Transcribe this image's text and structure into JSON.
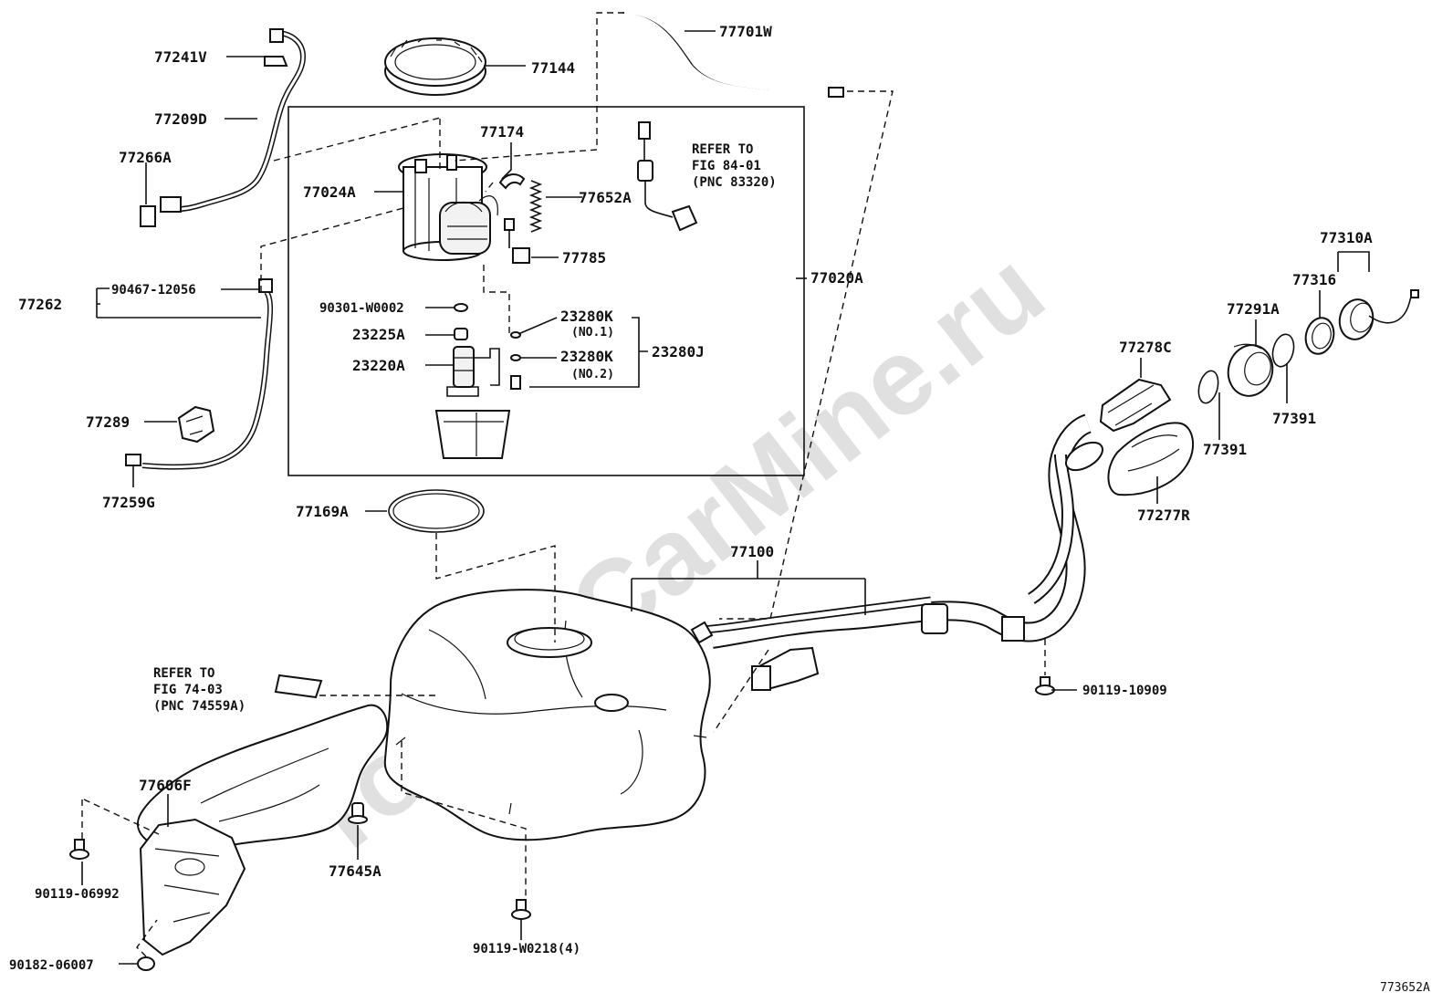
{
  "watermark": "ToyotaCarMine.ru",
  "diagram_code": "773652A",
  "labels": {
    "p77241V": "77241V",
    "p77209D": "77209D",
    "p77266A": "77266A",
    "p77144": "77144",
    "p77701W": "77701W",
    "p77174": "77174",
    "p77024A": "77024A",
    "p77652A": "77652A",
    "p77785": "77785",
    "p77020A": "77020A",
    "p90467": "90467-12056",
    "p77262": "77262",
    "p90301": "90301-W0002",
    "p23225A": "23225A",
    "p23220A": "23220A",
    "p23280K1": "23280K",
    "no1": "(NO.1)",
    "p23280K2": "23280K",
    "no2": "(NO.2)",
    "p23280J": "23280J",
    "p77289": "77289",
    "p77259G": "77259G",
    "p77169A": "77169A",
    "p77310A": "77310A",
    "p77316": "77316",
    "p77291A": "77291A",
    "p77278C": "77278C",
    "p77391a": "77391",
    "p77391b": "77391",
    "p77277R": "77277R",
    "p77100": "77100",
    "p90119_10909": "90119-10909",
    "p77606F": "77606F",
    "p90119_06992": "90119-06992",
    "p90182": "90182-06007",
    "p77645A": "77645A",
    "p90119_W0218": "90119-W0218(4)"
  },
  "refer1": {
    "line1": "REFER TO",
    "line2": "FIG 84-01",
    "line3": "(PNC 83320)"
  },
  "refer2": {
    "line1": "REFER TO",
    "line2": "FIG 74-03",
    "line3": "(PNC 74559A)"
  }
}
